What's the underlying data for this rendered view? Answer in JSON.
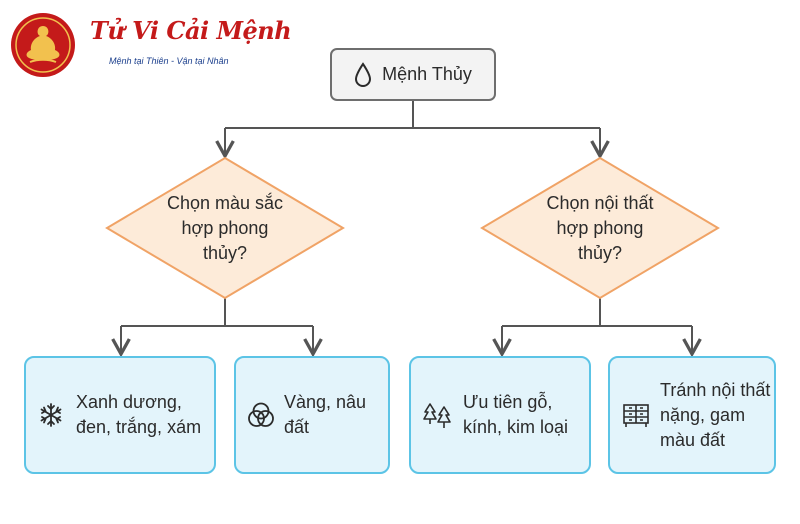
{
  "brand": {
    "title": "Tử Vi Cải Mệnh",
    "tagline": "Mệnh tại Thiên - Vận tại Nhân"
  },
  "root": {
    "label": "Mệnh Thủy",
    "icon": "water-drop-icon"
  },
  "decisions": [
    {
      "label": "Chọn màu sắc hợp phong thủy?"
    },
    {
      "label": "Chọn nội thất hợp phong thủy?"
    }
  ],
  "leaves": [
    {
      "label": "Xanh dương, đen, trắng, xám",
      "icon": "snowflake-icon"
    },
    {
      "label": "Vàng, nâu đất",
      "icon": "color-circles-icon"
    },
    {
      "label": "Ưu tiên gỗ, kính, kim loại",
      "icon": "trees-icon"
    },
    {
      "label": "Tránh nội thất nặng, gam màu đất",
      "icon": "furniture-icon"
    }
  ],
  "colors": {
    "connector": "#555555",
    "decision_fill": "#fdebd9",
    "decision_stroke": "#f0a366",
    "leaf_fill": "#e3f4fb",
    "leaf_stroke": "#5cc4e6",
    "root_fill": "#f3f3f3",
    "root_stroke": "#6e6e6e",
    "brand_red": "#c41a1a",
    "brand_blue": "#1a3e8c"
  }
}
